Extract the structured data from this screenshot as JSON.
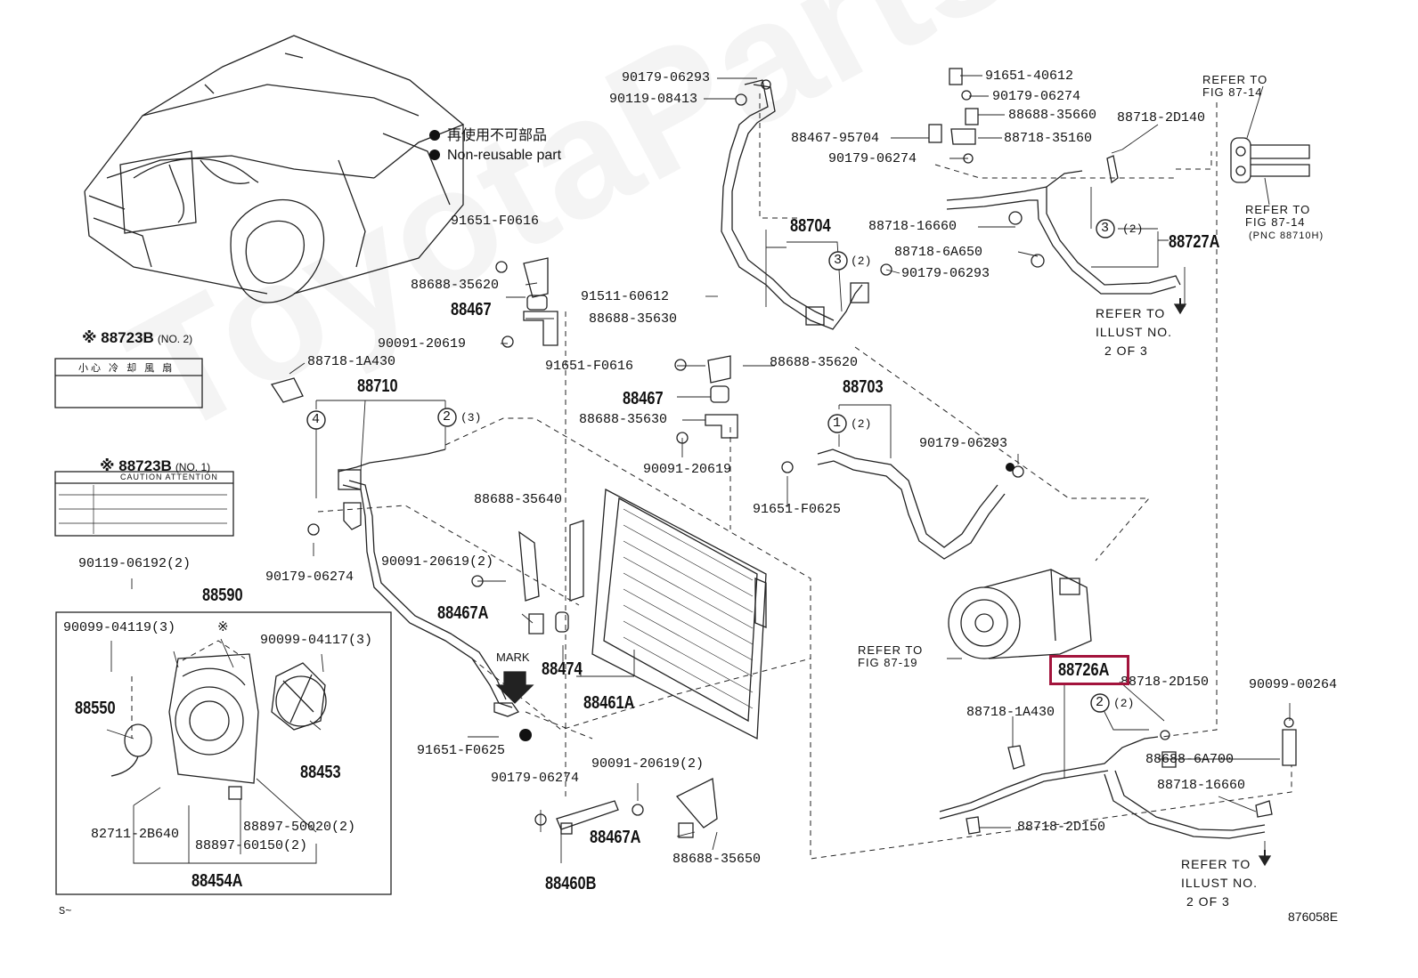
{
  "legend": {
    "jp": "再使用不可部品",
    "en": "Non-reusable part"
  },
  "labels": {
    "l_90179_06293_top": "90179-06293",
    "l_90119_08413": "90119-08413",
    "l_91651_40612": "91651-40612",
    "l_90179_06274_a": "90179-06274",
    "l_88688_35660": "88688-35660",
    "l_88467_95704": "88467-95704",
    "l_88718_35160": "88718-35160",
    "l_90179_06274_b": "90179-06274",
    "l_88718_2D140": "88718-2D140",
    "l_91651_F0616_a": "91651-F0616",
    "l_88688_35620_a": "88688-35620",
    "l_91511_60612": "91511-60612",
    "l_88688_35630_a": "88688-35630",
    "l_90091_20619_a": "90091-20619",
    "l_88718_1A430_a": "88718-1A430",
    "l_91651_F0616_b": "91651-F0616",
    "l_88688_35620_b": "88688-35620",
    "l_88688_35630_b": "88688-35630",
    "l_90091_20619_b": "90091-20619",
    "l_88718_16660_a": "88718-16660",
    "l_88718_6A650": "88718-6A650",
    "l_90179_06293_b": "90179-06293",
    "l_90179_06293_c": "90179-06293",
    "l_91651_F0625_a": "91651-F0625",
    "l_88688_35640": "88688-35640",
    "l_90179_06274_c": "90179-06274",
    "l_90091_20619_2a": "90091-20619(2)",
    "l_90119_06192": "90119-06192(2)",
    "l_90099_04119": "90099-04119(3)",
    "l_90099_04117": "90099-04117(3)",
    "l_82711_2B640": "82711-2B640",
    "l_88897_60150": "88897-60150(2)",
    "l_88897_50020": "88897-50020(2)",
    "l_91651_F0625_b": "91651-F0625",
    "l_90179_06274_d": "90179-06274",
    "l_90091_20619_2b": "90091-20619(2)",
    "l_88688_35650": "88688-35650",
    "l_88718_2D150_a": "88718-2D150",
    "l_88718_1A430_b": "88718-1A430",
    "l_90099_00264": "90099-00264",
    "l_88688_6A700": "88688-6A700",
    "l_88718_16660_b": "88718-16660",
    "l_88718_2D150_b": "88718-2D150",
    "l_refer_8719_a": "REFER TO",
    "l_refer_8719_b": "FIG 87-19",
    "l_mark": "MARK",
    "l_ref_fig_top_a": "REFER TO",
    "l_ref_fig_top_b": "FIG 87-14",
    "l_ref_fig_bot_a": "REFER TO",
    "l_ref_fig_bot_b": "FIG 87-14",
    "l_pnc": "(PNC 88710H)",
    "l_ill_1a": "REFER TO",
    "l_ill_1b": "ILLUST NO.",
    "l_ill_1c": "2 OF 3",
    "l_ill_2a": "REFER TO",
    "l_ill_2b": "ILLUST NO.",
    "l_ill_2c": "2 OF 3",
    "q3a": "(2)",
    "q3b": "(2)",
    "q1": "(2)",
    "q2a": "(3)",
    "q2b": "(2)"
  },
  "big_labels": {
    "b_88704": "88704",
    "b_88727A": "88727A",
    "b_88467_a": "88467",
    "b_88710": "88710",
    "b_88467_b": "88467",
    "b_88703": "88703",
    "b_88590": "88590",
    "b_88467A_a": "88467A",
    "b_88474": "88474",
    "b_88461A": "88461A",
    "b_88550": "88550",
    "b_88453": "88453",
    "b_88454A": "88454A",
    "b_88467A_b": "88467A",
    "b_88460B": "88460B",
    "b_88726A": "88726A"
  },
  "circles": {
    "c3a": "3",
    "c3b": "3",
    "c4": "4",
    "c2a": "2",
    "c1": "1",
    "c2b": "2"
  },
  "sheets": {
    "label2_title": "※ 88723B",
    "label2_sub": "(NO. 2)",
    "label1_title": "※ 88723B",
    "label1_sub": "(NO. 1)",
    "label2_jp": "小心  冷 却 風 扇",
    "label1_hdr": "CAUTION  ATTENTION",
    "mark_ref": "※"
  },
  "footer": {
    "code": "876058E",
    "s_mark": "S~"
  },
  "highlight": {
    "part": "88726A",
    "color": "#a3143c"
  },
  "watermark": "ToyotaPartsDeal"
}
